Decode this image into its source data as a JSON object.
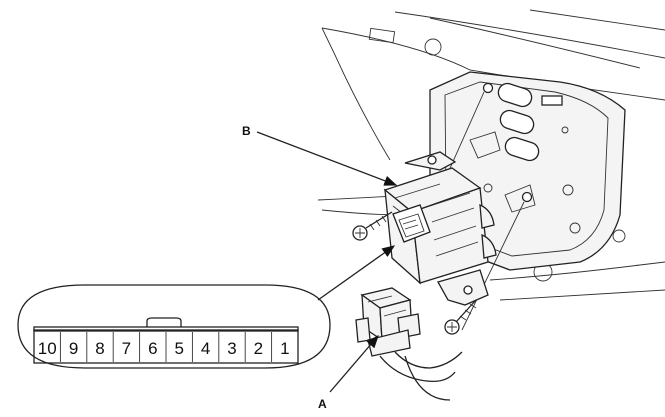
{
  "callouts": {
    "a": "A",
    "b": "B"
  },
  "connector_pins": [
    "10",
    "9",
    "8",
    "7",
    "6",
    "5",
    "4",
    "3",
    "2",
    "1"
  ]
}
